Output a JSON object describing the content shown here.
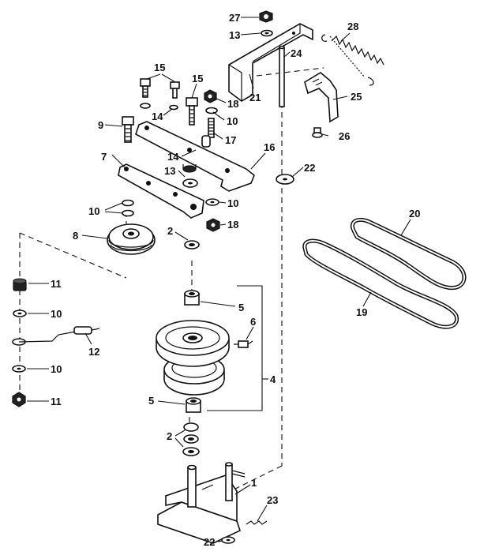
{
  "labels": [
    {
      "id": "l27",
      "text": "27"
    },
    {
      "id": "l13a",
      "text": "13"
    },
    {
      "id": "l28",
      "text": "28"
    },
    {
      "id": "l24",
      "text": "24"
    },
    {
      "id": "l21",
      "text": "21"
    },
    {
      "id": "l25",
      "text": "25"
    },
    {
      "id": "l15a",
      "text": "15"
    },
    {
      "id": "l15b",
      "text": "15"
    },
    {
      "id": "l18a",
      "text": "18"
    },
    {
      "id": "l10a",
      "text": "10"
    },
    {
      "id": "l14a",
      "text": "14"
    },
    {
      "id": "l9",
      "text": "9"
    },
    {
      "id": "l17",
      "text": "17"
    },
    {
      "id": "l26",
      "text": "26"
    },
    {
      "id": "l14b",
      "text": "14"
    },
    {
      "id": "l16",
      "text": "16"
    },
    {
      "id": "l7",
      "text": "7"
    },
    {
      "id": "l13b",
      "text": "13"
    },
    {
      "id": "l22a",
      "text": "22"
    },
    {
      "id": "l10b",
      "text": "10"
    },
    {
      "id": "l10c",
      "text": "10"
    },
    {
      "id": "l18b",
      "text": "18"
    },
    {
      "id": "l8",
      "text": "8"
    },
    {
      "id": "l2a",
      "text": "2"
    },
    {
      "id": "l20",
      "text": "20"
    },
    {
      "id": "l11a",
      "text": "11"
    },
    {
      "id": "l5a",
      "text": "5"
    },
    {
      "id": "l10d",
      "text": "10"
    },
    {
      "id": "l19",
      "text": "19"
    },
    {
      "id": "l6",
      "text": "6"
    },
    {
      "id": "l12",
      "text": "12"
    },
    {
      "id": "l4",
      "text": "4"
    },
    {
      "id": "l10e",
      "text": "10"
    },
    {
      "id": "l11b",
      "text": "11"
    },
    {
      "id": "l5b",
      "text": "5"
    },
    {
      "id": "l2b",
      "text": "2"
    },
    {
      "id": "l1",
      "text": "1"
    },
    {
      "id": "l23",
      "text": "23"
    },
    {
      "id": "l22b",
      "text": "22"
    }
  ]
}
